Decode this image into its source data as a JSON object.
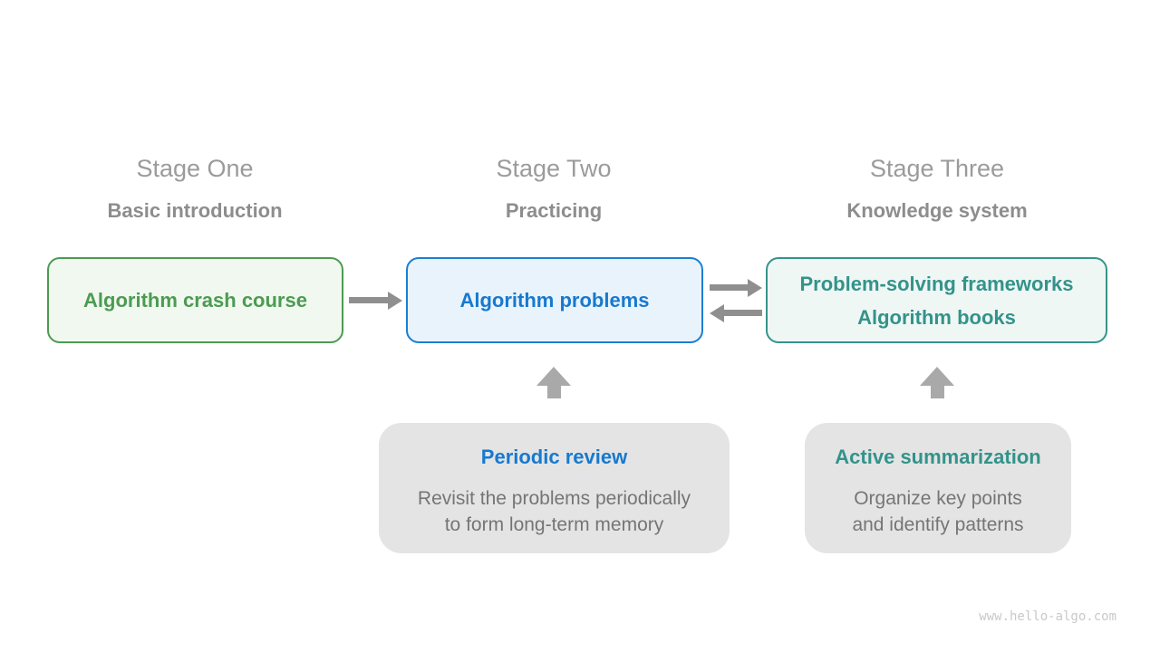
{
  "diagram": {
    "stages": [
      {
        "title": "Stage One",
        "subtitle": "Basic introduction",
        "box": {
          "lines": [
            "Algorithm crash course"
          ]
        }
      },
      {
        "title": "Stage Two",
        "subtitle": "Practicing",
        "box": {
          "lines": [
            "Algorithm problems"
          ]
        }
      },
      {
        "title": "Stage Three",
        "subtitle": "Knowledge system",
        "box": {
          "lines": [
            "Problem-solving frameworks",
            "Algorithm books"
          ]
        }
      }
    ],
    "notes": [
      {
        "title": "Periodic review",
        "lines": [
          "Revisit the problems periodically",
          "to form long-term memory"
        ]
      },
      {
        "title": "Active summarization",
        "lines": [
          "Organize key points",
          "and identify patterns"
        ]
      }
    ],
    "arrows": [
      {
        "name": "crash-course-to-problems",
        "direction": "right"
      },
      {
        "name": "problems-to-knowledge",
        "direction": "right"
      },
      {
        "name": "knowledge-to-problems",
        "direction": "left"
      },
      {
        "name": "periodic-review-up",
        "direction": "up"
      },
      {
        "name": "active-summarization-up",
        "direction": "up"
      }
    ],
    "watermark": "www.hello-algo.com",
    "colors": {
      "green_text": "#4c9b53",
      "green_border": "#4c9b53",
      "green_bg": "#f1f8ef",
      "blue_text": "#1779cf",
      "blue_border": "#1b7ed3",
      "blue_bg": "#e9f3fc",
      "teal_text": "#33938a",
      "teal_border": "#35948a",
      "teal_bg": "#eff7f5",
      "note_bg": "#e4e4e4",
      "stage_title_gray": "#9b9b9b",
      "stage_subtitle_gray": "#8d8d8d",
      "note_body_gray": "#757575",
      "arrow_gray": "#8f8f8f",
      "block_arrow_gray": "#a9a9a9",
      "watermark_gray": "#c9c9c9"
    }
  }
}
